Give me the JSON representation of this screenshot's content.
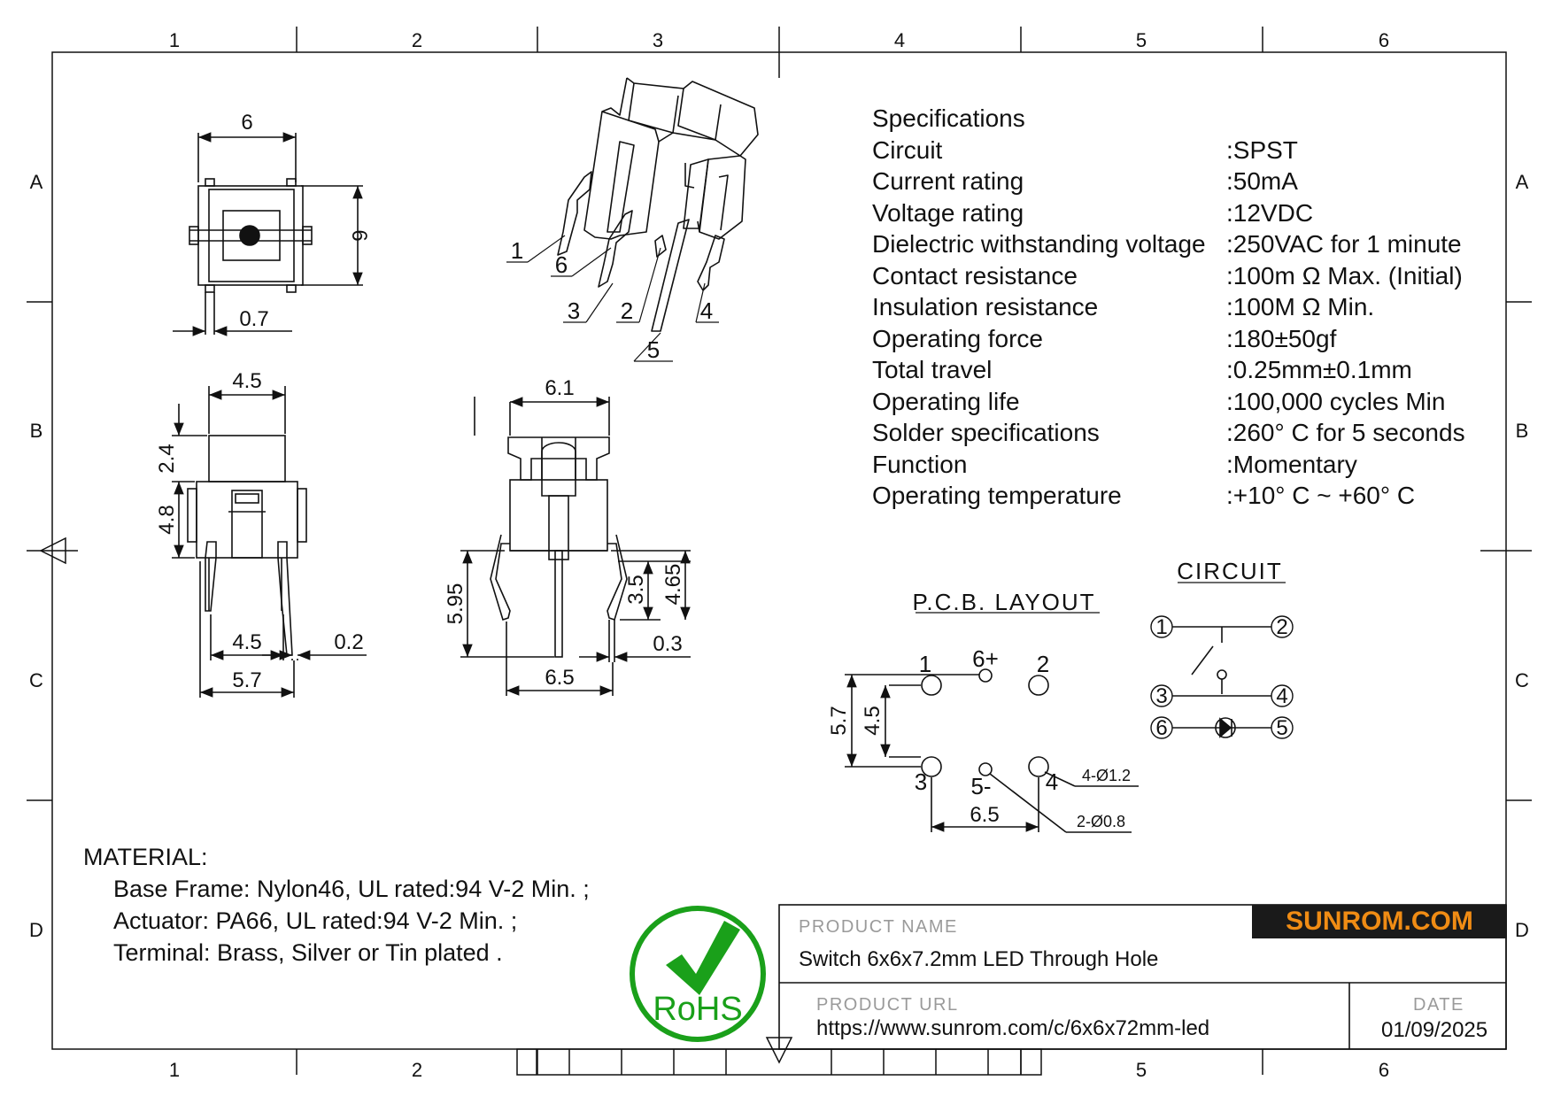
{
  "grid": {
    "columns": [
      "1",
      "2",
      "3",
      "4",
      "5",
      "6"
    ],
    "rows": [
      "A",
      "B",
      "C",
      "D"
    ]
  },
  "dimensions": {
    "top_width": "6",
    "top_height": "6",
    "top_pin": "0.7",
    "front_top": "4.5",
    "front_cap": "2.4",
    "front_body": "4.8",
    "front_pitch": "4.5",
    "front_pin": "0.2",
    "front_width": "5.7",
    "side_top": "6.1",
    "side_height": "5.95",
    "side_lead1": "3.5",
    "side_lead2": "4.65",
    "side_pin": "0.3",
    "side_width": "6.5"
  },
  "iso_pins": [
    "1",
    "6",
    "3",
    "2",
    "5",
    "4"
  ],
  "specifications": {
    "heading": "Specifications",
    "rows": [
      {
        "label": "Circuit",
        "value": ":SPST"
      },
      {
        "label": "Current rating",
        "value": ":50mA"
      },
      {
        "label": "Voltage rating",
        "value": ":12VDC"
      },
      {
        "label": "Dielectric withstanding voltage",
        "value": ":250VAC for 1 minute"
      },
      {
        "label": "Contact resistance",
        "value": ":100m Ω  Max. (Initial)"
      },
      {
        "label": "Insulation resistance",
        "value": ":100M Ω  Min."
      },
      {
        "label": "Operating force",
        "value": ":180±50gf"
      },
      {
        "label": "Total travel",
        "value": ":0.25mm±0.1mm"
      },
      {
        "label": "Operating life",
        "value": ":100,000 cycles Min"
      },
      {
        "label": "Solder specifications",
        "value": ":260°  C for 5 seconds"
      },
      {
        "label": "Function",
        "value": ":Momentary"
      },
      {
        "label": "Operating temperature",
        "value": ":+10°  C ~ +60°  C"
      }
    ]
  },
  "pcb_layout": {
    "title": "P.C.B. LAYOUT",
    "pins": {
      "p1": "1",
      "p6": "6+",
      "p2": "2",
      "p3": "3",
      "p5": "5-",
      "p4": "4"
    },
    "dim_height_outer": "5.7",
    "dim_height_inner": "4.5",
    "dim_width": "6.5",
    "hole_large": "4-Ø1.2",
    "hole_small": "2-Ø0.8"
  },
  "circuit": {
    "title": "CIRCUIT",
    "nodes": [
      "1",
      "2",
      "3",
      "4",
      "6",
      "5"
    ]
  },
  "material": {
    "heading": "MATERIAL:",
    "lines": [
      "Base Frame: Nylon46, UL rated:94 V-2 Min. ;",
      "Actuator: PA66, UL rated:94 V-2 Min. ;",
      "Terminal: Brass, Silver or Tin plated ."
    ]
  },
  "rohs": {
    "text": "RoHS",
    "color": "#1aa01a"
  },
  "title_block": {
    "logo": "SUNROM.COM",
    "logo_color": "#f08c14",
    "product_name_label": "PRODUCT NAME",
    "product_name": "Switch 6x6x7.2mm LED Through Hole",
    "product_url_label": "PRODUCT URL",
    "product_url": "https://www.sunrom.com/c/6x6x72mm-led",
    "date_label": "DATE",
    "date": "01/09/2025"
  }
}
